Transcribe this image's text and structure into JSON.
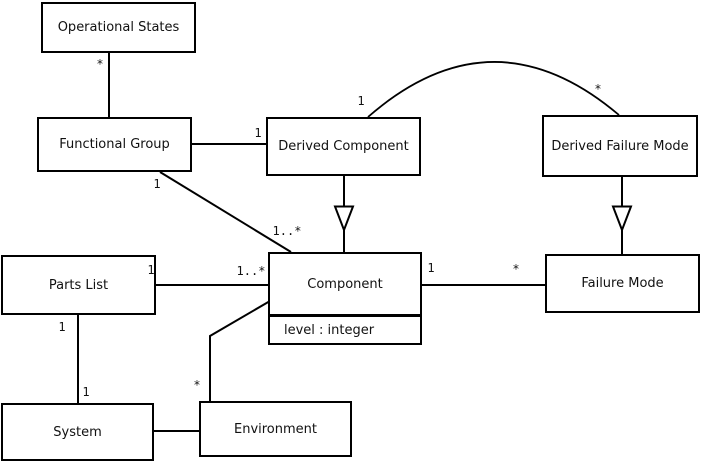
{
  "colors": {
    "background": "#ffffff",
    "line": "#000000",
    "box_fill": "#ffffff",
    "text": "#111111"
  },
  "classes": {
    "operational_states": "Operational States",
    "functional_group": "Functional Group",
    "derived_component": "Derived Component",
    "derived_failure_mode": "Derived Failure Mode",
    "parts_list": "Parts List",
    "component": "Component",
    "component_attribute": "level : integer",
    "failure_mode": "Failure Mode",
    "system": "System",
    "environment": "Environment"
  },
  "multiplicities": {
    "operational_states_functional_group": "*",
    "functional_group_derived_component": "1",
    "functional_group_component_source": "1",
    "functional_group_component_target": "1..*",
    "derived_component_arc": "1",
    "derived_failure_mode_arc": "*",
    "parts_list_component_source": "1",
    "parts_list_component_target": "1..*",
    "component_failure_mode_source": "1",
    "component_failure_mode_target": "*",
    "parts_list_system_source": "1",
    "parts_list_system_target": "1",
    "environment_component": "*"
  }
}
